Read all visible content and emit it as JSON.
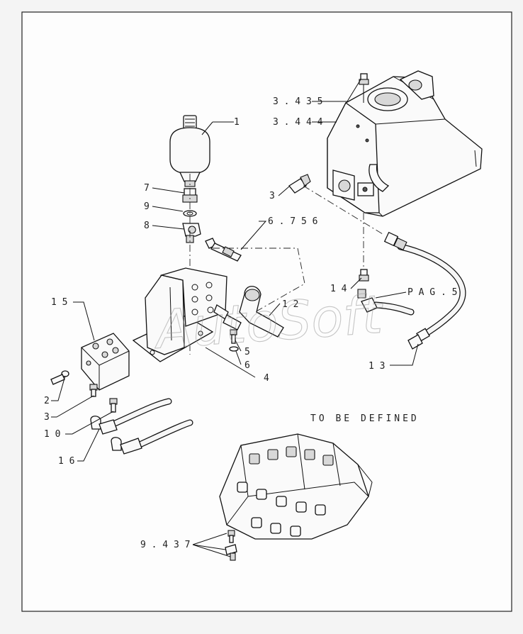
{
  "callouts": {
    "c_3435": "3 . 4 3 5",
    "c_3444": "3 . 4 4 4",
    "c_1": "1",
    "c_7": "7",
    "c_9": "9",
    "c_8": "8",
    "c_6756": "6 . 7 5 6",
    "c_3_tank": "3",
    "c_14": "1 4",
    "c_pag5": "P A G . 5",
    "c_12": "1 2",
    "c_15": "1 5",
    "c_5": "5",
    "c_6": "6",
    "c_4": "4",
    "c_13": "1 3",
    "c_2": "2",
    "c_3_block": "3",
    "c_10": "1 0",
    "c_16": "1 6",
    "c_9437": "9 . 4 3 7"
  },
  "note": "TO  BE  DEFINED",
  "watermark": "AutoSoft"
}
